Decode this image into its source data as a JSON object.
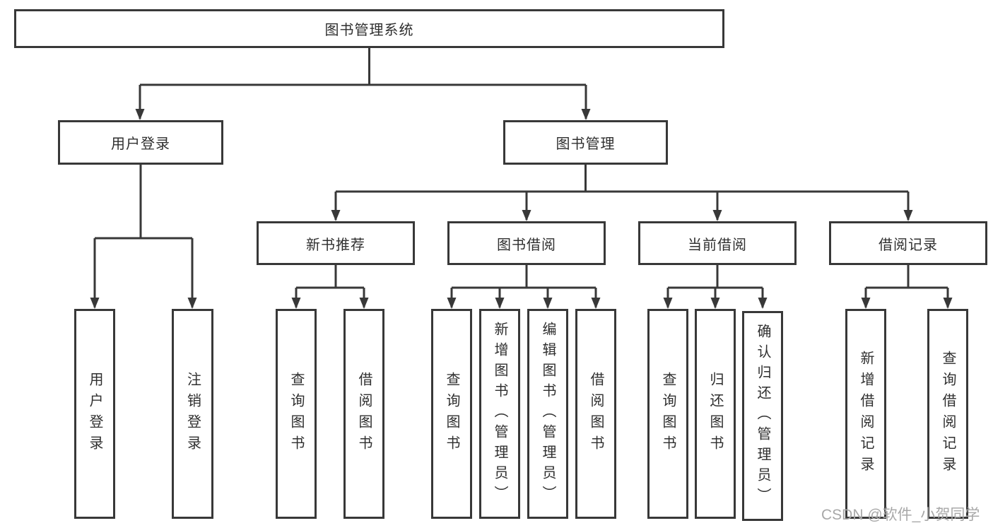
{
  "tree": {
    "label": "图书管理系统",
    "children": [
      {
        "label": "用户登录",
        "children": [
          {
            "label": "用户登录"
          },
          {
            "label": "注销登录"
          }
        ]
      },
      {
        "label": "图书管理",
        "children": [
          {
            "label": "新书推荐",
            "children": [
              {
                "label": "查询图书"
              },
              {
                "label": "借阅图书"
              }
            ]
          },
          {
            "label": "图书借阅",
            "children": [
              {
                "label": "查询图书"
              },
              {
                "label": "新增图书（管理员）"
              },
              {
                "label": "编辑图书（管理员）"
              },
              {
                "label": "借阅图书"
              }
            ]
          },
          {
            "label": "当前借阅",
            "children": [
              {
                "label": "查询图书"
              },
              {
                "label": "归还图书"
              },
              {
                "label": "确认归还（管理员）"
              }
            ]
          },
          {
            "label": "借阅记录",
            "children": [
              {
                "label": "新增借阅记录"
              },
              {
                "label": "查询借阅记录"
              }
            ]
          }
        ]
      }
    ]
  },
  "watermark": "CSDN @软件_小贺同学",
  "colors": {
    "line": "#383838",
    "box_border": "#383838",
    "text": "#2f2f2f",
    "watermark": "#a8a8a8",
    "background": "#ffffff"
  }
}
